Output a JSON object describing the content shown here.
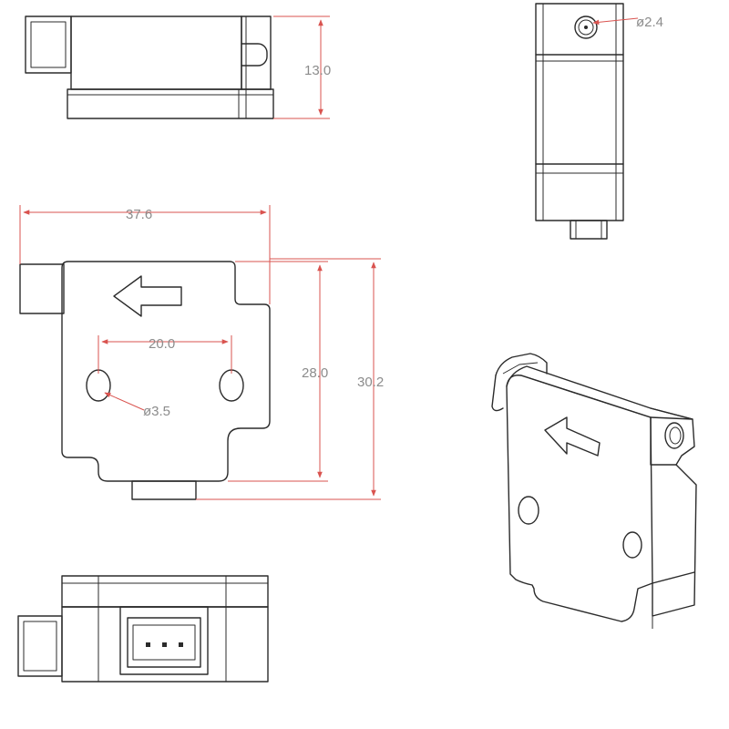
{
  "dimensions": {
    "height_side": "13.0",
    "hole_top": "ø2.4",
    "width_total": "37.6",
    "hole_spacing": "20.0",
    "hole_front": "ø3.5",
    "height_body": "28.0",
    "height_total": "30.2"
  },
  "colors": {
    "outline": "#2b2b2b",
    "dimension_line": "#d9534f",
    "dimension_text": "#8c8c8c",
    "background": "#ffffff"
  }
}
